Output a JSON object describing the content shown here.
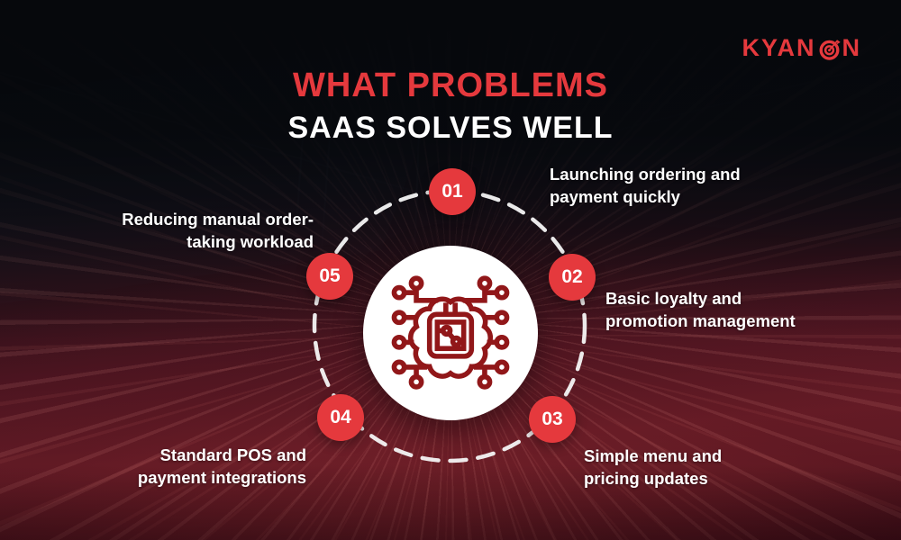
{
  "brand": {
    "name": "KYANON",
    "name_start": "KYAN",
    "name_end": "N"
  },
  "title": {
    "line1": "WHAT PROBLEMS",
    "line2": "SAAS SOLVES WELL"
  },
  "colors": {
    "accent_red": "#E5393D",
    "icon_dark_red": "#911719",
    "text_white": "#FFFFFF",
    "background_top": "#0A0D13",
    "background_bottom_red": "#5E1822"
  },
  "center": {
    "icon": "ai-brain-circuit-icon"
  },
  "items": [
    {
      "number": "01",
      "label": "Launching ordering and\npayment quickly"
    },
    {
      "number": "02",
      "label": "Basic loyalty and\npromotion management"
    },
    {
      "number": "03",
      "label": "Simple menu and\npricing updates"
    },
    {
      "number": "04",
      "label": "Standard POS and\npayment integrations"
    },
    {
      "number": "05",
      "label": "Reducing manual order-\ntaking workload"
    }
  ]
}
